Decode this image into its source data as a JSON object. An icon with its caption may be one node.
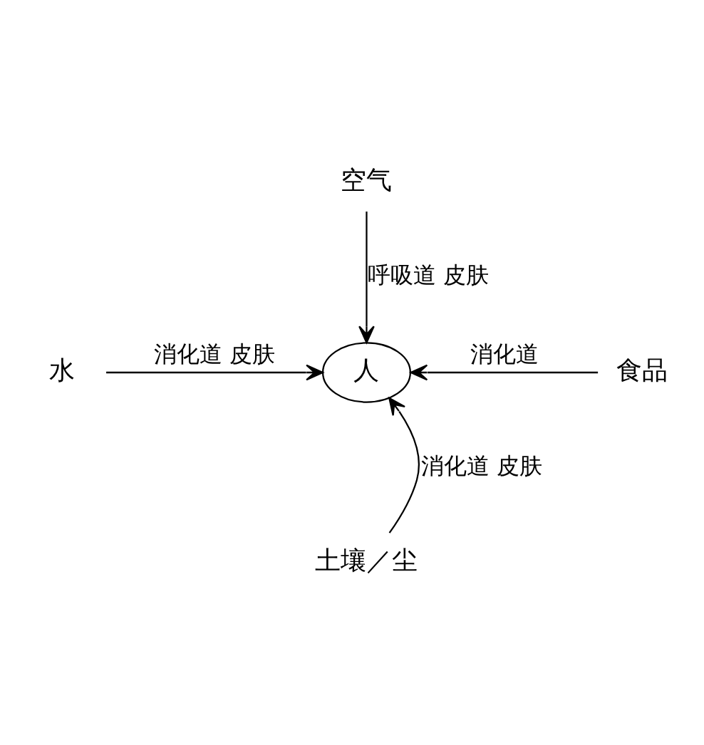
{
  "diagram": {
    "nodes": [
      {
        "text": [
          "空气"
        ]
      },
      {
        "text": [
          "水"
        ]
      },
      {
        "text": [
          "人"
        ]
      },
      {
        "text": [
          "食品"
        ]
      },
      {
        "text": [
          "土壤／尘"
        ]
      }
    ],
    "edges": [
      {
        "from": 0,
        "to": 2,
        "arrow": "to",
        "label": "呼吸道 皮肤"
      },
      {
        "from": 1,
        "to": 2,
        "arrow": "to",
        "label": "消化道 皮肤"
      },
      {
        "from": 3,
        "to": 2,
        "arrow": "to",
        "label": "消化道"
      },
      {
        "from": 4,
        "to": 2,
        "arrow": "to",
        "label": "消化道 皮肤"
      }
    ]
  }
}
